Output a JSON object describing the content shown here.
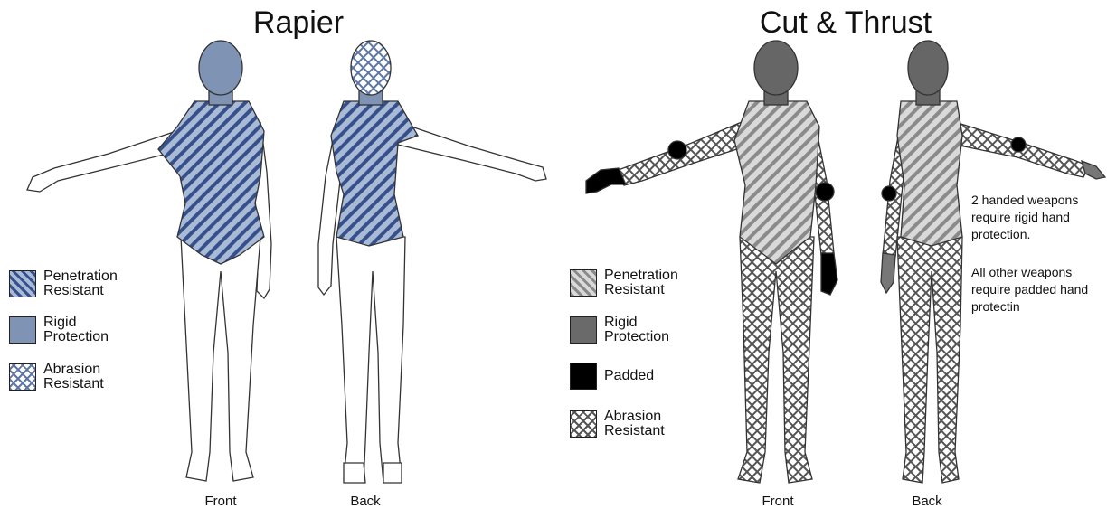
{
  "panels": {
    "rapier": {
      "title": "Rapier",
      "front_label": "Front",
      "back_label": "Back",
      "legend": [
        {
          "label": "Penetration Resistant",
          "pattern": "stripes-blue"
        },
        {
          "label": "Rigid Protection",
          "pattern": "solid-blue"
        },
        {
          "label": "Abrasion Resistant",
          "pattern": "cross-blue"
        }
      ]
    },
    "cut_thrust": {
      "title": "Cut & Thrust",
      "front_label": "Front",
      "back_label": "Back",
      "legend": [
        {
          "label": "Penetration Resistant",
          "pattern": "stripes-gray"
        },
        {
          "label": "Rigid Protection",
          "pattern": "solid-gray"
        },
        {
          "label": "Padded",
          "pattern": "solid-black"
        },
        {
          "label": "Abrasion Resistant",
          "pattern": "cross-gray"
        }
      ],
      "note_1": "2 handed weapons require rigid hand protection.",
      "note_2": "All other weapons require padded hand protectin"
    }
  },
  "colors": {
    "rapier_blue": "#7f93b4",
    "rapier_stripe": "#35508a",
    "ct_gray": "#6a6a6a",
    "ct_light": "#c9c9c9",
    "padded": "#000000"
  }
}
